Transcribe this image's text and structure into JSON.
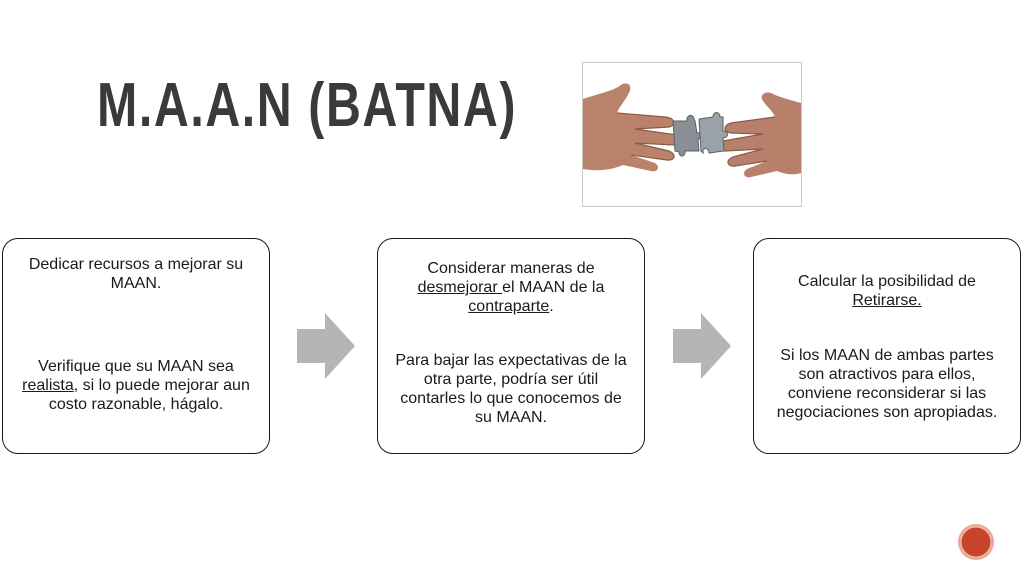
{
  "slide": {
    "title": "M.A.A.N (BATNA)"
  },
  "steps": [
    {
      "p1_text": "Dedicar recursos a mejorar su MAAN.",
      "p2_before": "Verifique que su MAAN sea ",
      "p2_link": "realista",
      "p2_after": ", si lo puede mejorar aun costo razonable, hágalo."
    },
    {
      "p1_before": "Considerar maneras de ",
      "p1_link1": "desmejorar ",
      "p1_mid": "el MAAN de la ",
      "p1_link2": "contraparte",
      "p1_after": ".",
      "p2_text": "Para bajar las expectativas de la otra parte, podría ser útil contarles lo que conocemos de su MAAN."
    },
    {
      "p1_before": "Calcular la posibilidad de ",
      "p1_link": "Retirarse.",
      "p2_text": "Si los MAAN de ambas partes son atractivos para ellos, conviene reconsiderar si las negociaciones son apropiadas."
    }
  ],
  "colors": {
    "arrow": "#b5b5b5",
    "badge": "#c8442a",
    "title": "#3a3a3a"
  },
  "icons": {
    "photo": "hands-puzzle-image",
    "badge": "slide-badge-icon"
  }
}
